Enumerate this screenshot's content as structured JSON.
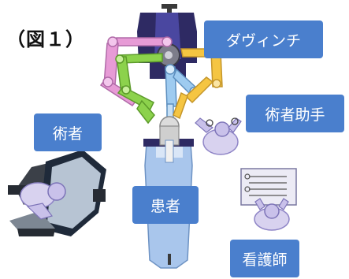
{
  "figure": {
    "title": "（図１）"
  },
  "labels": {
    "davinci": "ダヴィンチ",
    "surgeon": "術者",
    "assistant": "術者助手",
    "patient": "患者",
    "nurse": "看護師"
  },
  "colors": {
    "label_bg": "#4a7fcd",
    "label_text": "#ffffff",
    "arm_pink": "#e79bd6",
    "arm_green": "#8cd24c",
    "arm_blue": "#9ecbf0",
    "arm_orange": "#f5c542",
    "tower": "#2e2a63",
    "bed": "#a9c6ec",
    "person": "#c9c1ea",
    "console": "#8ea0b4"
  }
}
